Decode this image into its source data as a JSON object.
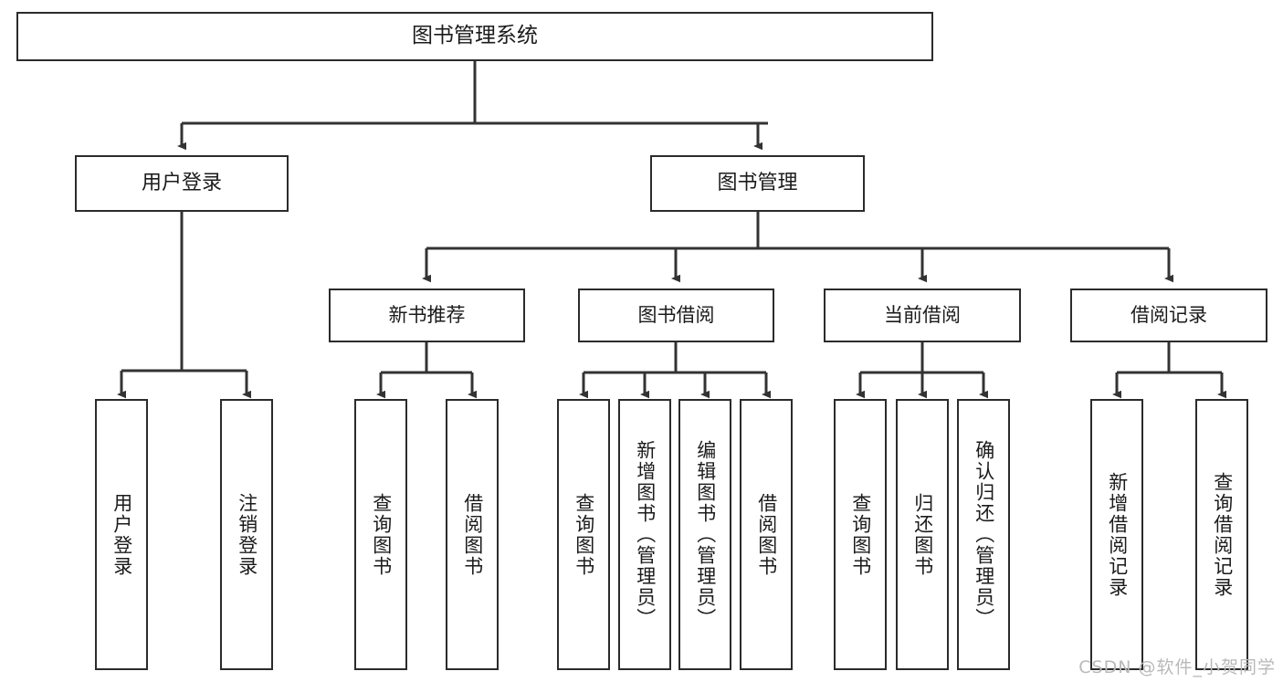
{
  "diagram": {
    "title": "图书管理系统",
    "type": "tree-hierarchy-chart",
    "watermark": "CSDN @软件_小贺同学",
    "colors": {
      "box_border": "#2b2b2b",
      "box_fill": "#ffffff",
      "edge": "#333333",
      "text": "#1b1b1b",
      "watermark": "#b9b9b9"
    },
    "nodes": {
      "root": {
        "label": "图书管理系统",
        "level": 1
      },
      "l2": [
        {
          "label": "用户登录",
          "level": 2
        },
        {
          "label": "图书管理",
          "level": 2
        }
      ],
      "l3": [
        {
          "label": "新书推荐",
          "level": 3
        },
        {
          "label": "图书借阅",
          "level": 3
        },
        {
          "label": "当前借阅",
          "level": 3
        },
        {
          "label": "借阅记录",
          "level": 3
        }
      ],
      "leaves": [
        {
          "label": "用户登录",
          "parent": "用户登录",
          "orientation": "vertical"
        },
        {
          "label": "注销登录",
          "parent": "用户登录",
          "orientation": "vertical"
        },
        {
          "label": "查询图书",
          "parent": "新书推荐",
          "orientation": "vertical"
        },
        {
          "label": "借阅图书",
          "parent": "新书推荐",
          "orientation": "vertical"
        },
        {
          "label": "查询图书",
          "parent": "图书借阅",
          "orientation": "vertical"
        },
        {
          "label": "新增图书（管理员）",
          "parent": "图书借阅",
          "orientation": "vertical"
        },
        {
          "label": "编辑图书（管理员）",
          "parent": "图书借阅",
          "orientation": "vertical"
        },
        {
          "label": "借阅图书",
          "parent": "图书借阅",
          "orientation": "vertical"
        },
        {
          "label": "查询图书",
          "parent": "当前借阅",
          "orientation": "vertical"
        },
        {
          "label": "归还图书",
          "parent": "当前借阅",
          "orientation": "vertical"
        },
        {
          "label": "确认归还（管理员）",
          "parent": "当前借阅",
          "orientation": "vertical"
        },
        {
          "label": "新增借阅记录",
          "parent": "借阅记录",
          "orientation": "vertical"
        },
        {
          "label": "查询借阅记录",
          "parent": "借阅记录",
          "orientation": "vertical"
        }
      ]
    }
  }
}
